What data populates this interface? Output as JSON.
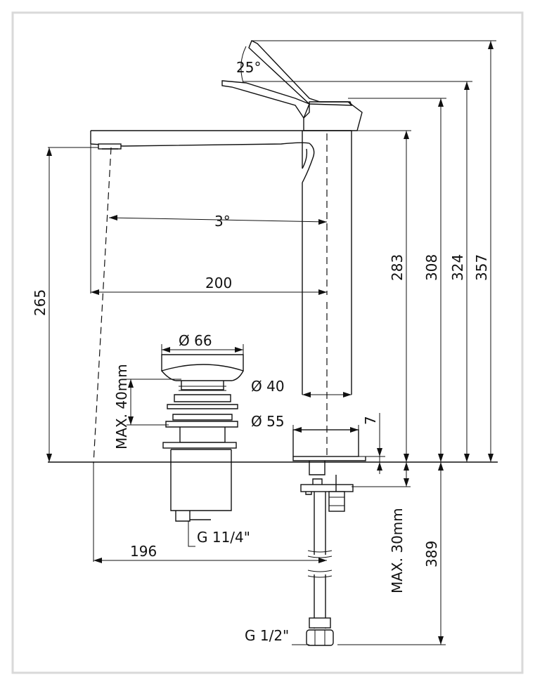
{
  "labels": {
    "angle_handle": "25°",
    "angle_spout": "3°",
    "width_200": "200",
    "width_196": "196",
    "height_265": "265",
    "height_283": "283",
    "height_308": "308",
    "height_324": "324",
    "height_357": "357",
    "height_389": "389",
    "dia_66": "Ø 66",
    "dia_40": "Ø 40",
    "dia_55": "Ø 55",
    "dim_7": "7",
    "max_40": "MAX. 40mm",
    "max_30": "MAX. 30mm",
    "thread_waste": "G 11/4\"",
    "thread_hose": "G 1/2\""
  }
}
